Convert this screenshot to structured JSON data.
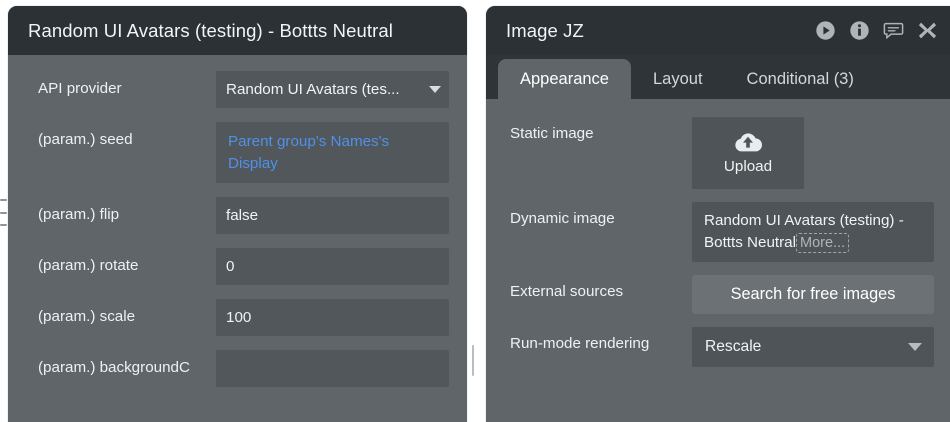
{
  "left_panel": {
    "title": "Random UI Avatars (testing) - Bottts Neutral",
    "rows": [
      {
        "label": "API provider",
        "value": "Random UI Avatars (tes...",
        "type": "dropdown"
      },
      {
        "label": "(param.) seed",
        "value": "Parent group's Names's Display",
        "type": "dynamic"
      },
      {
        "label": "(param.) flip",
        "value": "false",
        "type": "text"
      },
      {
        "label": "(param.) rotate",
        "value": "0",
        "type": "text"
      },
      {
        "label": "(param.) scale",
        "value": "100",
        "type": "text"
      },
      {
        "label": "(param.) backgroundC",
        "value": "",
        "type": "text"
      }
    ]
  },
  "right_panel": {
    "title": "Image JZ",
    "header_icons": [
      {
        "name": "play-icon"
      },
      {
        "name": "info-icon"
      },
      {
        "name": "comment-icon"
      },
      {
        "name": "close-icon"
      }
    ],
    "tabs": [
      {
        "label": "Appearance",
        "active": true
      },
      {
        "label": "Layout",
        "active": false
      },
      {
        "label": "Conditional (3)",
        "active": false
      }
    ],
    "static_image": {
      "label": "Static image",
      "upload_label": "Upload"
    },
    "dynamic_image": {
      "label": "Dynamic image",
      "value": "Random UI Avatars (testing) - Bottts Neutral",
      "more_label": "More..."
    },
    "external_sources": {
      "label": "External sources",
      "button_label": "Search for free images"
    },
    "run_mode": {
      "label": "Run-mode rendering",
      "value": "Rescale"
    }
  },
  "colors": {
    "panel_bg": "#5f6569",
    "header_bg": "#2b3134",
    "field_bg": "#51575b",
    "tabbar_bg": "#2e3438",
    "dynamic_blue": "#5090e8",
    "button_bg": "#6b7175"
  }
}
